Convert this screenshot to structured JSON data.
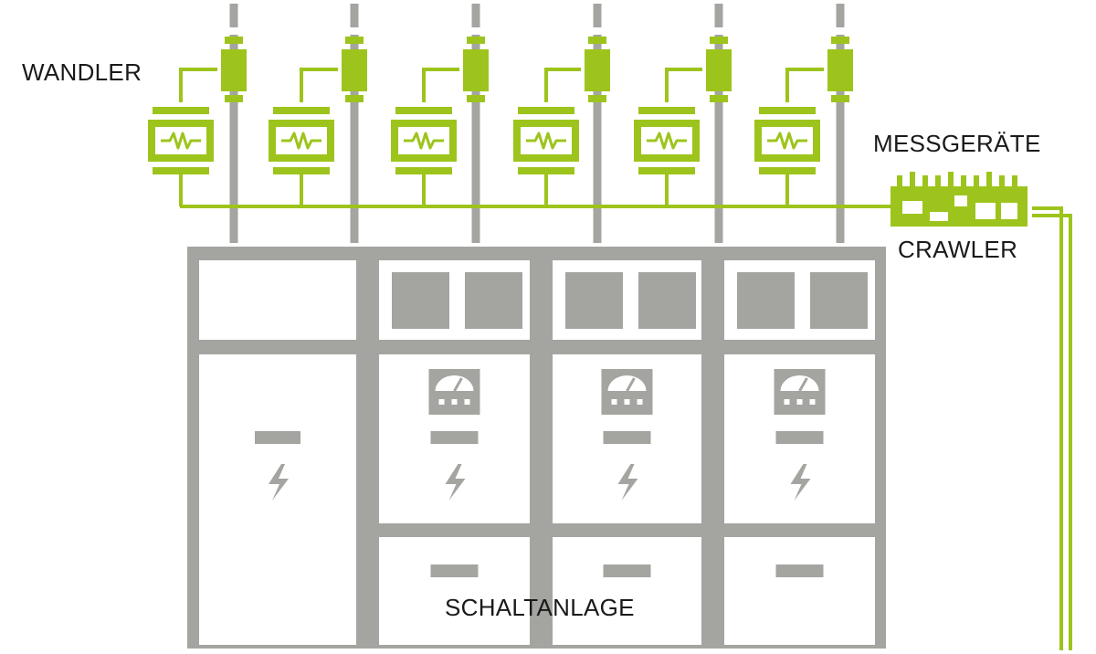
{
  "labels": {
    "wandler": "WANDLER",
    "messgeraete": "MESSGERÄTE",
    "crawler": "CRAWLER",
    "schaltanlage": "SCHALTANLAGE"
  },
  "colors": {
    "accent": "#9dc41c",
    "gray": "#a4a4a0",
    "background": "#ffffff",
    "text": "#1a1a1a"
  },
  "icons": {
    "transformer": "resistor-transformer-icon",
    "meter": "analog-gauge-icon",
    "power": "lightning-bolt-icon",
    "device": "measuring-device-icon"
  }
}
